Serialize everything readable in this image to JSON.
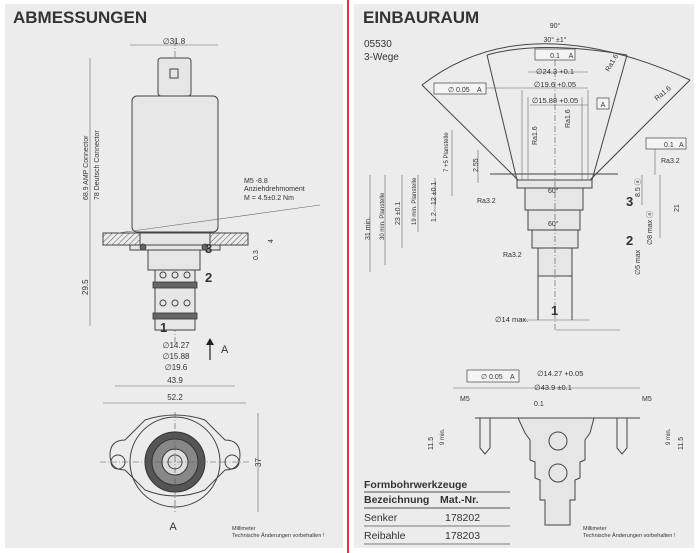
{
  "left": {
    "title": "ABMESSUNGEN",
    "dims": {
      "d_body": "∅31.8",
      "amp": "68.9 AMP Connector",
      "deutsch": "78 Deutsch Connector",
      "screw": "M5 -8.8",
      "torque_label": "Anziehdrehmoment",
      "torque": "M = 4.5±0.2 Nm",
      "flange_h": "4",
      "gap": "0.3",
      "len": "29.5",
      "d1": "∅14.27",
      "d2": "∅15.88",
      "d3": "∅19.6",
      "w": "43.9",
      "w2": "52.2",
      "h2": "37"
    },
    "ports": [
      "3",
      "2",
      "1"
    ],
    "view_arrow": "A",
    "view_label": "A",
    "note1": "Millimeter",
    "note2": "Technische Änderungen vorbehalten !"
  },
  "right": {
    "title": "EINBAURAUM",
    "code": "05530",
    "type": "3-Wege",
    "dims": {
      "a90": "90°",
      "a30": "30° ±1°",
      "tol1": "0.1",
      "tol1_ref": "A",
      "d243": "∅24.3 +0.1",
      "conc": "∅ 0.05",
      "conc_ref": "A",
      "d196": "∅19.6 +0.05",
      "d1588": "∅15.88 +0.05",
      "datum": "A",
      "ra16a": "Ra1.6",
      "ra16b": "Ra1.6",
      "ra16c": "Ra1.6",
      "ra16d": "Ra1.6",
      "ra32a": "Ra3.2",
      "ra32b": "Ra3.2",
      "ra32c": "Ra3.2",
      "perp": "0.1",
      "perp_ref": "A",
      "d7": "7 +5 Planstelle",
      "d255": "2.55",
      "d12": "12 ±0.1",
      "d12b": "1.2",
      "d19": "19 min. Planstelle",
      "d23": "23 ±0.1",
      "d30": "30 min. Planstelle",
      "d31": "31 min.",
      "a60a": "60°",
      "a60b": "60°",
      "d85": "8.5 ⓐ",
      "d21": "21",
      "d8": "∅8 max ⓐ",
      "d5": "∅5 max",
      "d14": "∅14 max.",
      "d1427": "∅14.27 +0.05",
      "conc2": "∅ 0.05",
      "conc2_ref": "A",
      "d439": "∅43.9 ±0.1",
      "m5a": "M5",
      "m5b": "M5",
      "c01": "0.1",
      "d115a": "11.5",
      "d9a": "9 min.",
      "d115b": "11.5",
      "d9b": "9 min."
    },
    "ports": [
      "3",
      "2",
      "1"
    ],
    "tools": {
      "title": "Formbohrwerkzeuge",
      "headers": [
        "Bezeichnung",
        "Mat.-Nr."
      ],
      "rows": [
        [
          "Senker",
          "178202"
        ],
        [
          "Reibahle",
          "178203"
        ]
      ]
    },
    "note1": "Millimeter",
    "note2": "Technische Änderungen vorbehalten !"
  },
  "colors": {
    "panel": "#ececec",
    "divider": "#e8323c",
    "ink": "#333333"
  }
}
